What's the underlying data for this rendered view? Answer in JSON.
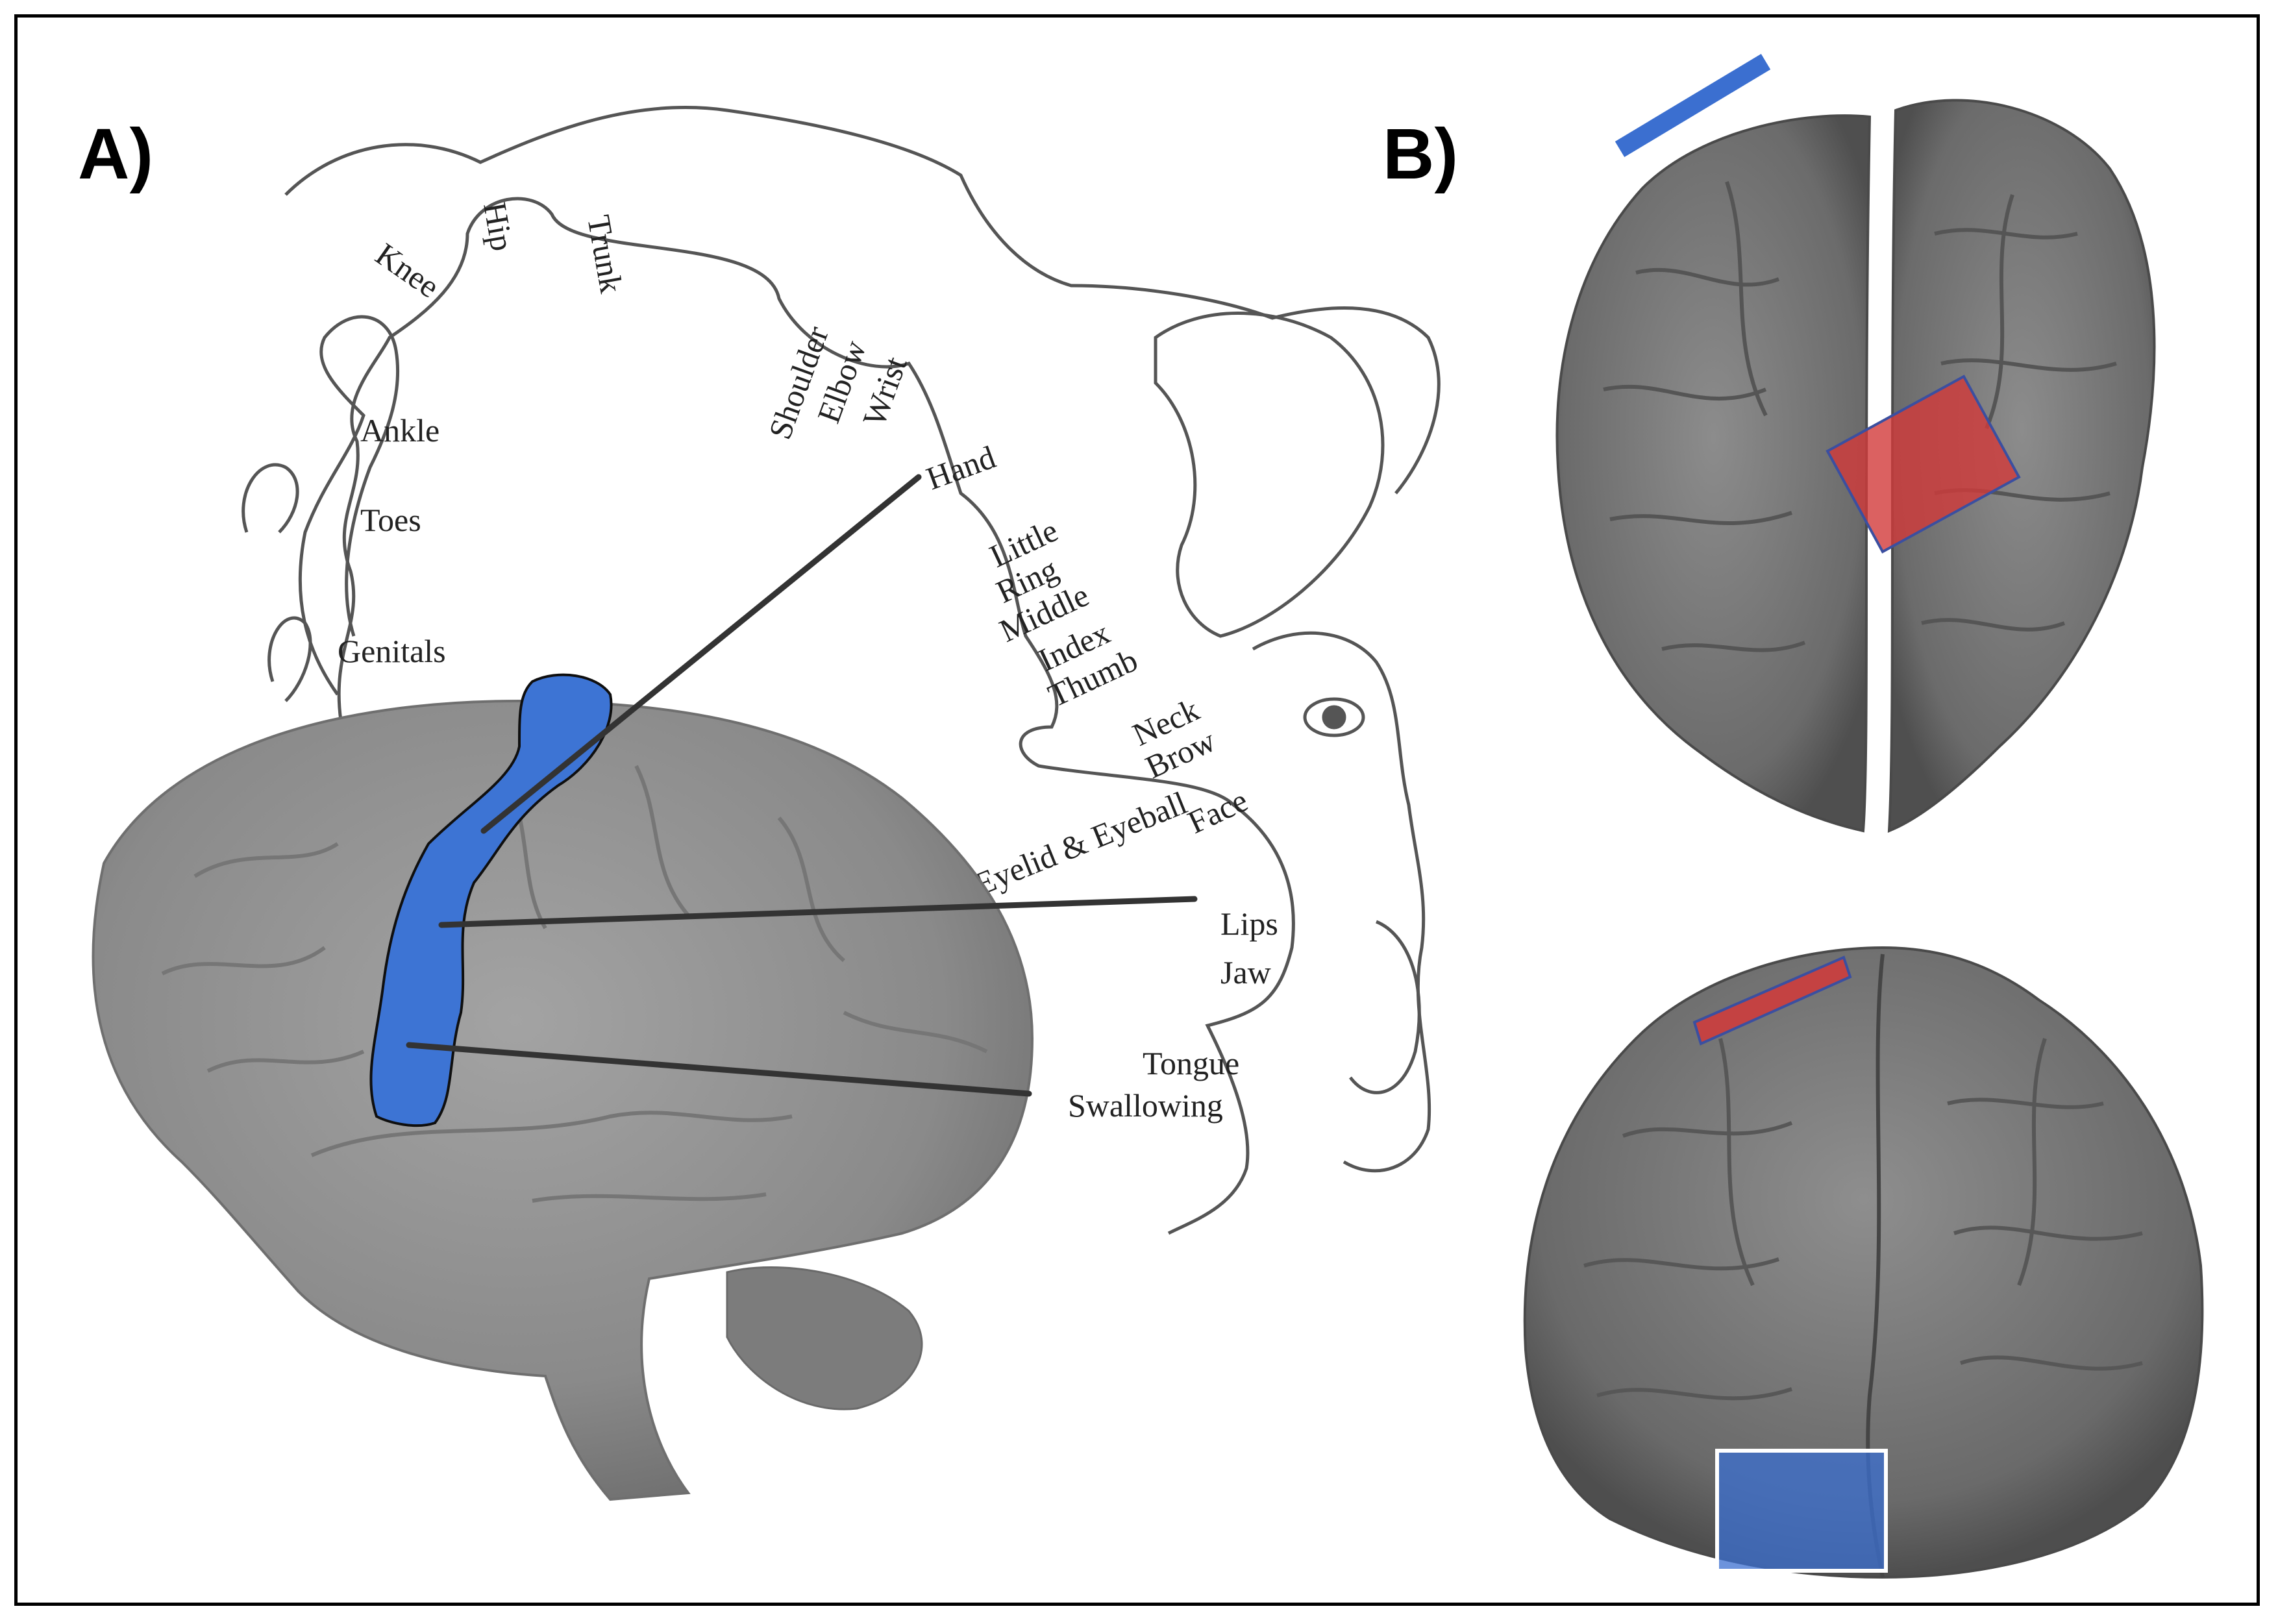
{
  "panels": {
    "a": {
      "label": "A)"
    },
    "b": {
      "label": "B)"
    }
  },
  "homunculus": {
    "labels": {
      "hip": "Hip",
      "trunk": "Trunk",
      "knee": "Knee",
      "ankle": "Ankle",
      "toes": "Toes",
      "genitals": "Genitals",
      "shoulder": "Shoulder",
      "elbow": "Elbow",
      "wrist": "Wrist",
      "hand": "Hand",
      "little": "Little",
      "ring": "Ring",
      "middle": "Middle",
      "index": "Index",
      "thumb": "Thumb",
      "neck": "Neck",
      "brow": "Brow",
      "eyelid_eyeball": "Eyelid & Eyeball",
      "face": "Face",
      "lips": "Lips",
      "jaw": "Jaw",
      "tongue": "Tongue",
      "swallowing": "Swallowing"
    }
  },
  "colors": {
    "motor_strip": "#3d74d4",
    "target_red": "#d23a3a",
    "marker_blue": "#3b6fd0",
    "brain_gray": "#8a8a8a",
    "outline": "#000000"
  }
}
